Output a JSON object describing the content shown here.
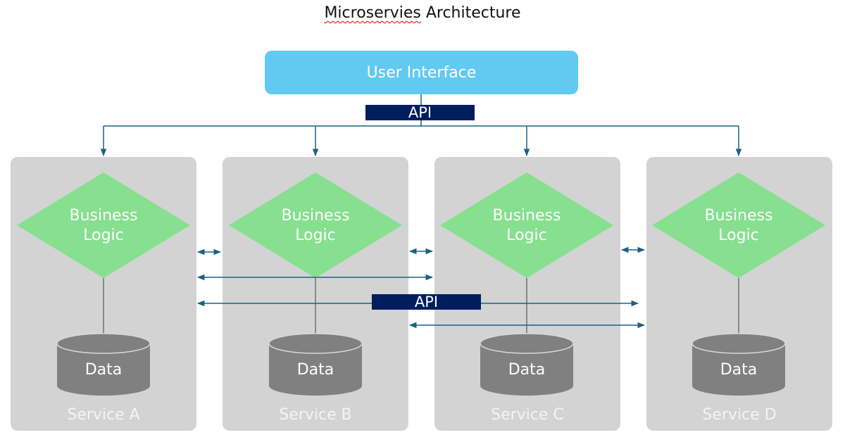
{
  "title": {
    "misspelled": "Microservies",
    "rest": " Architecture"
  },
  "user_interface": {
    "label": "User Interface",
    "color": "#62caf2"
  },
  "api_top": {
    "label": "API"
  },
  "api_mid": {
    "label": "API"
  },
  "colors": {
    "connector": "#1a6184",
    "service_bg": "#d3d3d3",
    "diamond": "#86e08f",
    "cylinder": "#808080",
    "api_bg": "#001e5e"
  },
  "services": [
    {
      "name": "Service A",
      "logic": [
        "Business",
        "Logic"
      ],
      "data": "Data"
    },
    {
      "name": "Service B",
      "logic": [
        "Business",
        "Logic"
      ],
      "data": "Data"
    },
    {
      "name": "Service C",
      "logic": [
        "Business",
        "Logic"
      ],
      "data": "Data"
    },
    {
      "name": "Service D",
      "logic": [
        "Business",
        "Logic"
      ],
      "data": "Data"
    }
  ]
}
